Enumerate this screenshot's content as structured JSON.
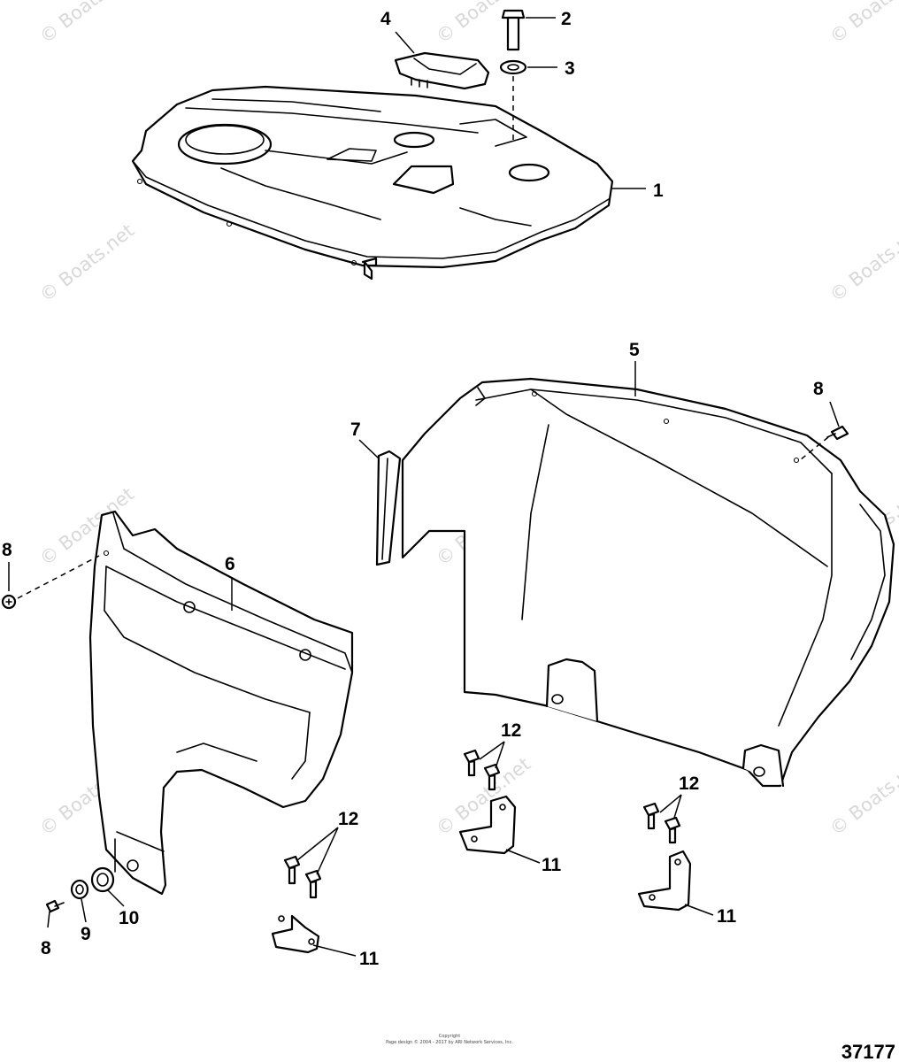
{
  "watermark": "© Boats.net",
  "figure_number": "37177",
  "copyright_lines": [
    "Copyright",
    "Page design © 2004 - 2017 by ARI Network Services, Inc."
  ],
  "callouts": {
    "c1": "1",
    "c2": "2",
    "c3": "3",
    "c4": "4",
    "c5": "5",
    "c6": "6",
    "c7": "7",
    "c8a": "8",
    "c8b": "8",
    "c8c": "8",
    "c9": "9",
    "c10": "10",
    "c11a": "11",
    "c11b": "11",
    "c11c": "11",
    "c12a": "12",
    "c12b": "12",
    "c12c": "12"
  }
}
